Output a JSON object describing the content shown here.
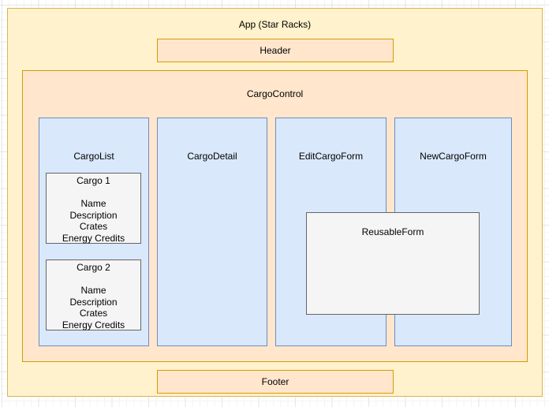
{
  "colors": {
    "app_fill": "#FFF2CC",
    "app_stroke": "#D6B656",
    "section_fill": "#FFE6CC",
    "section_stroke": "#D79B00",
    "panel_fill": "#DAE8FC",
    "panel_stroke": "#6C8EBF",
    "card_fill": "#F5F5F5",
    "card_stroke": "#666666",
    "canvas_background": "#FFFFFF"
  },
  "nodes": {
    "app": {
      "label": "App (Star Racks)"
    },
    "header": {
      "label": "Header"
    },
    "cargo_control": {
      "label": "CargoControl"
    },
    "cargo_list": {
      "label": "CargoList"
    },
    "cargo_detail": {
      "label": "CargoDetail"
    },
    "edit_cargo_form": {
      "label": "EditCargoForm"
    },
    "new_cargo_form": {
      "label": "NewCargoForm"
    },
    "reusable_form": {
      "label": "ReusableForm"
    },
    "footer": {
      "label": "Footer"
    },
    "cargo_cards": [
      {
        "title": "Cargo 1",
        "fields": [
          "Name",
          "Description",
          "Crates",
          "Energy Credits"
        ]
      },
      {
        "title": "Cargo 2",
        "fields": [
          "Name",
          "Description",
          "Crates",
          "Energy Credits"
        ]
      }
    ]
  }
}
